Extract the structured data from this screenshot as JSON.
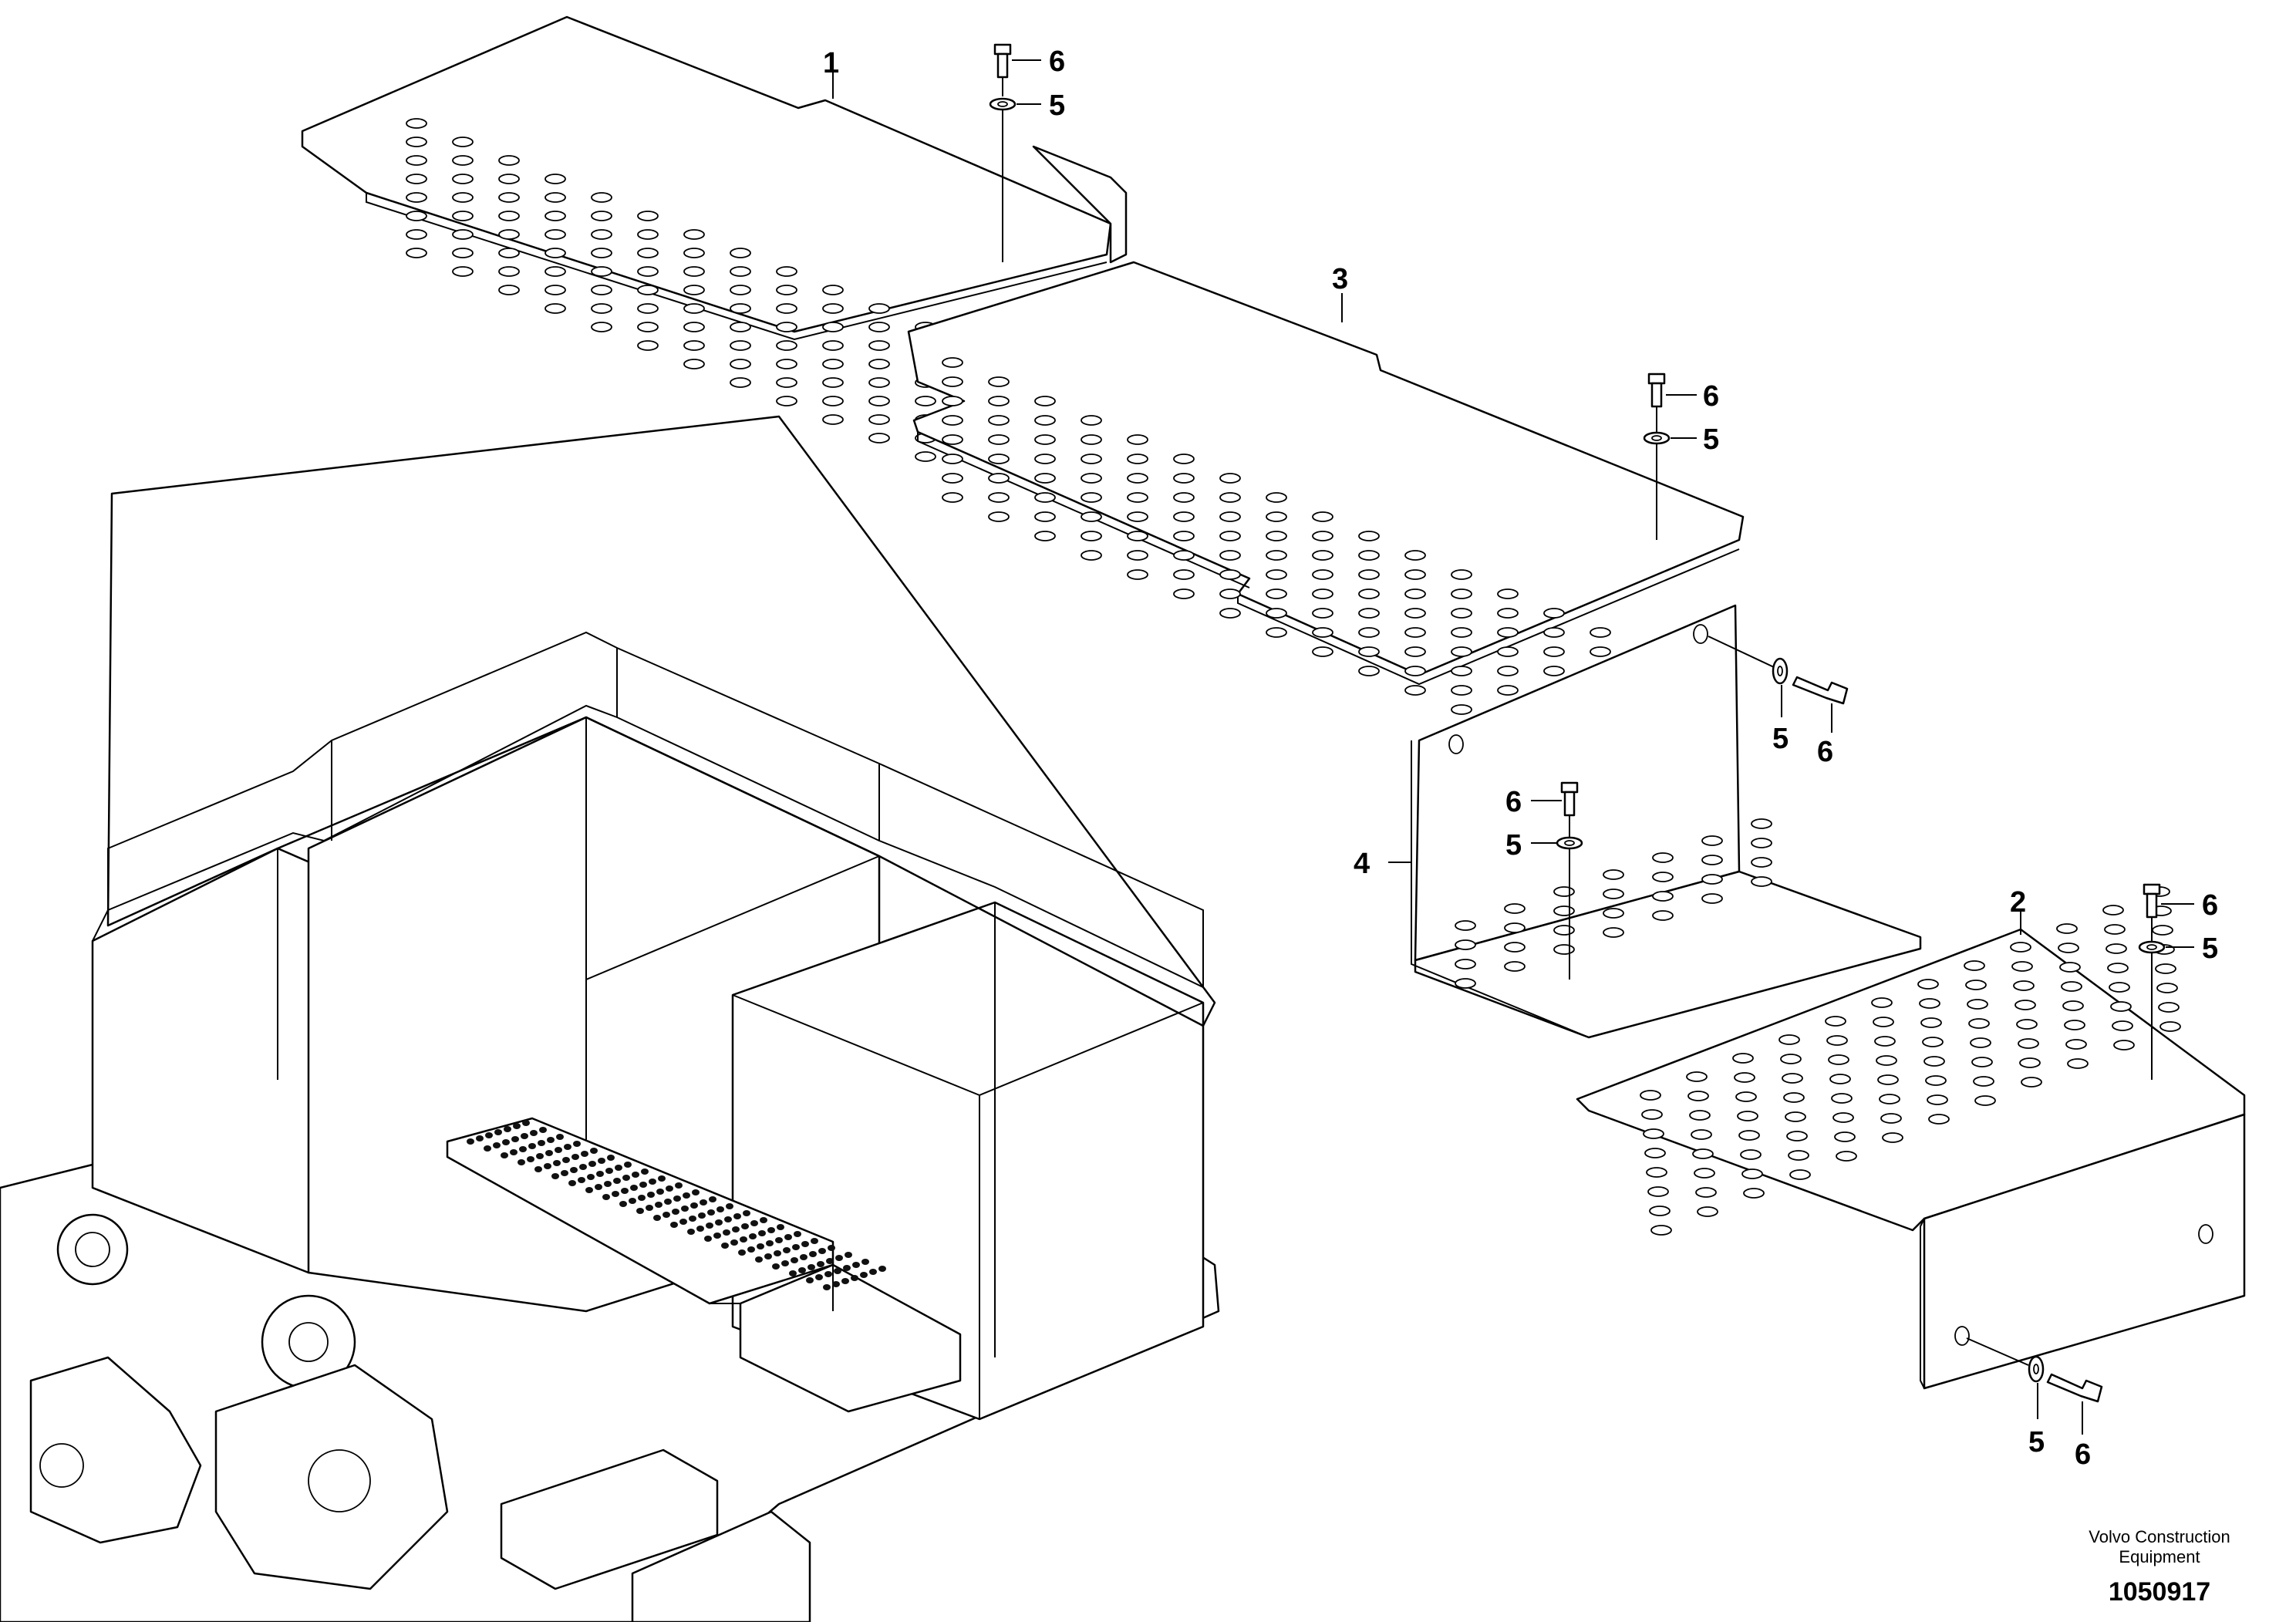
{
  "callouts": [
    {
      "id": "panel-1",
      "label": "1"
    },
    {
      "id": "panel-2",
      "label": "2"
    },
    {
      "id": "panel-3",
      "label": "3"
    },
    {
      "id": "panel-4",
      "label": "4"
    },
    {
      "id": "screw-a",
      "label": "6"
    },
    {
      "id": "washer-a",
      "label": "5"
    },
    {
      "id": "screw-b",
      "label": "6"
    },
    {
      "id": "washer-b",
      "label": "5"
    },
    {
      "id": "washer-c",
      "label": "5"
    },
    {
      "id": "screw-c",
      "label": "6"
    },
    {
      "id": "screw-d",
      "label": "6"
    },
    {
      "id": "washer-d",
      "label": "5"
    },
    {
      "id": "screw-e",
      "label": "6"
    },
    {
      "id": "washer-e",
      "label": "5"
    },
    {
      "id": "washer-f",
      "label": "5"
    },
    {
      "id": "screw-f",
      "label": "6"
    }
  ],
  "brand": {
    "line1": "Volvo Construction",
    "line2": "Equipment"
  },
  "document_number": "1050917"
}
